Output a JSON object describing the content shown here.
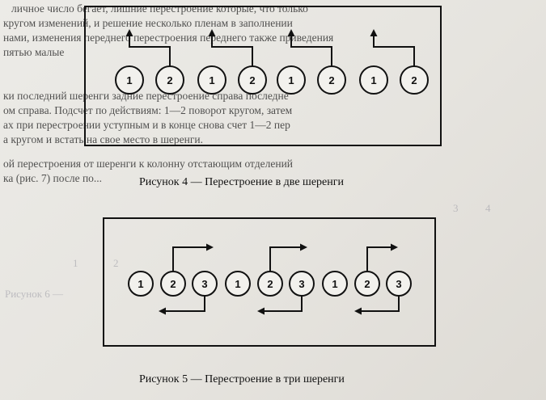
{
  "body_text": [
    "личное число бегает, лишние перестроение которые, что только",
    "кругом изменений, и решение несколько пленам в заполнении",
    "нами, изменения переднего перестроения переднего также приведения",
    "пятью малые",
    "ки последний шеренги задние перестроение справа последне",
    "ом справа. Подсчет по действиям: 1—2 поворот кругом, затем",
    "ах при перестроении уступным и в конце снова счет 1—2 пер",
    "а кругом и встать на свое место в шеренги.",
    "ой перестроения от шеренги к колонну отстающим отделений",
    "ка (рис. 7) после по..."
  ],
  "figure4": {
    "caption": "Рисунок 4 — Перестроение в две шеренги",
    "circles": [
      "1",
      "2",
      "1",
      "2",
      "1",
      "2",
      "1",
      "2"
    ]
  },
  "figure5": {
    "caption": "Рисунок 5 — Перестроение в три шеренги",
    "circles": [
      "1",
      "2",
      "3",
      "1",
      "2",
      "3",
      "1",
      "2",
      "3"
    ]
  },
  "bleed_through": [
    "1",
    "2",
    "3",
    "4",
    "Рисунок 6 —"
  ],
  "colors": {
    "paper": "#e9e7e2",
    "ink": "#111111"
  }
}
